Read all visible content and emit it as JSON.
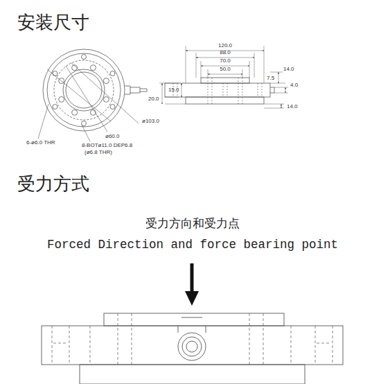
{
  "diagram": {
    "title": "安装尺寸",
    "labels": [
      "120.0",
      "88.0",
      "70.0",
      "50.0",
      "15.0",
      "20.0",
      "14.0",
      "7.5",
      "4.0",
      "14.0",
      "ø103.0",
      "ø60.0",
      "6-ø6.0 THR",
      "8-BOTø11.0 DEP6.8",
      "(ø6.8 THR)",
      "受力方式",
      "受力方向和受力点",
      "Forced Direction and force bearing point"
    ]
  }
}
